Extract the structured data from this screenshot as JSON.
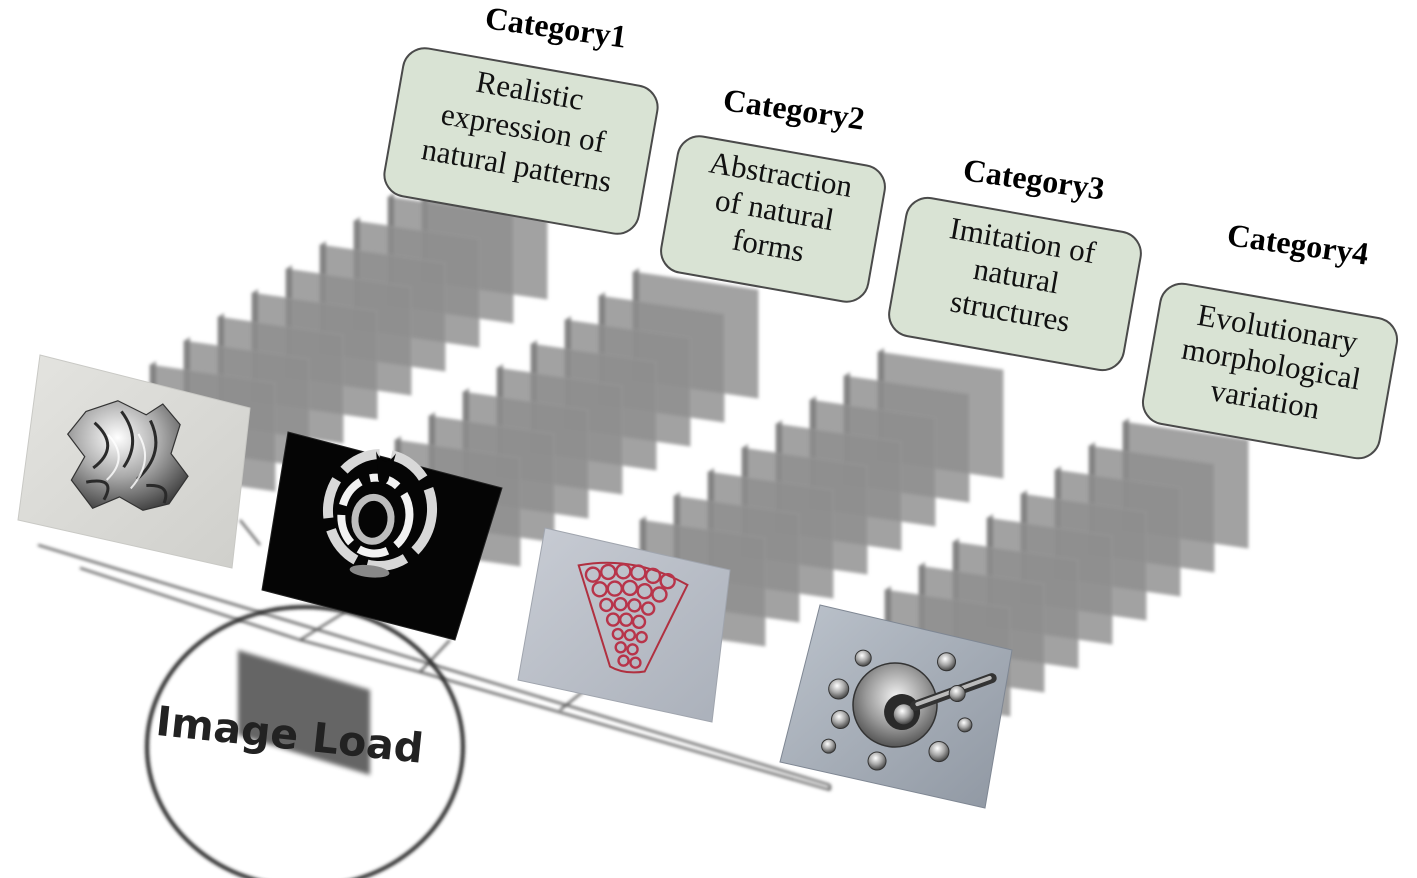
{
  "categories": [
    {
      "title": "Category1",
      "description": [
        "Realistic",
        "expression of",
        "natural patterns"
      ]
    },
    {
      "title": "Category2",
      "description": [
        "Abstraction",
        "of natural",
        "forms"
      ]
    },
    {
      "title": "Category3",
      "description": [
        "Imitation of",
        "natural",
        "structures"
      ]
    },
    {
      "title": "Category4",
      "description": [
        "Evolutionary",
        "morphological",
        "variation"
      ]
    }
  ],
  "input": {
    "label": "Image Load"
  },
  "colors": {
    "description_box_fill": "#d9e3d4",
    "layer_plate": "#8e8e8e"
  }
}
